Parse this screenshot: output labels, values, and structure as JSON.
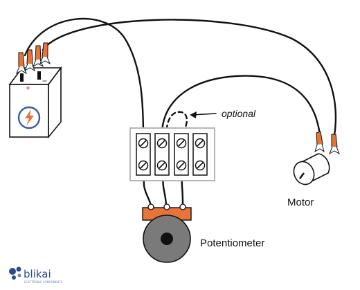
{
  "labels": {
    "optional": "optional",
    "motor": "Motor",
    "potentiometer": "Potentiometer",
    "battery_plus": "+",
    "battery_minus": "−"
  },
  "branding": {
    "name": "blikai",
    "tagline": "ELECTRONIC COMPONENTS"
  },
  "icons": {
    "battery_symbol": "lightning-bolt-icon",
    "terminal": "screw-terminal-icon",
    "clip": "alligator-clip-icon"
  },
  "colors": {
    "wire": "#111111",
    "clip_orange": "#e8743a",
    "battery_icon": "#e8743a",
    "battery_ring": "#3a5aa8",
    "pot_body": "#7a7a7a",
    "pot_bar": "#e8743a",
    "terminal_block_border": "#b5b5b5",
    "brand": "#2e4a8e"
  }
}
